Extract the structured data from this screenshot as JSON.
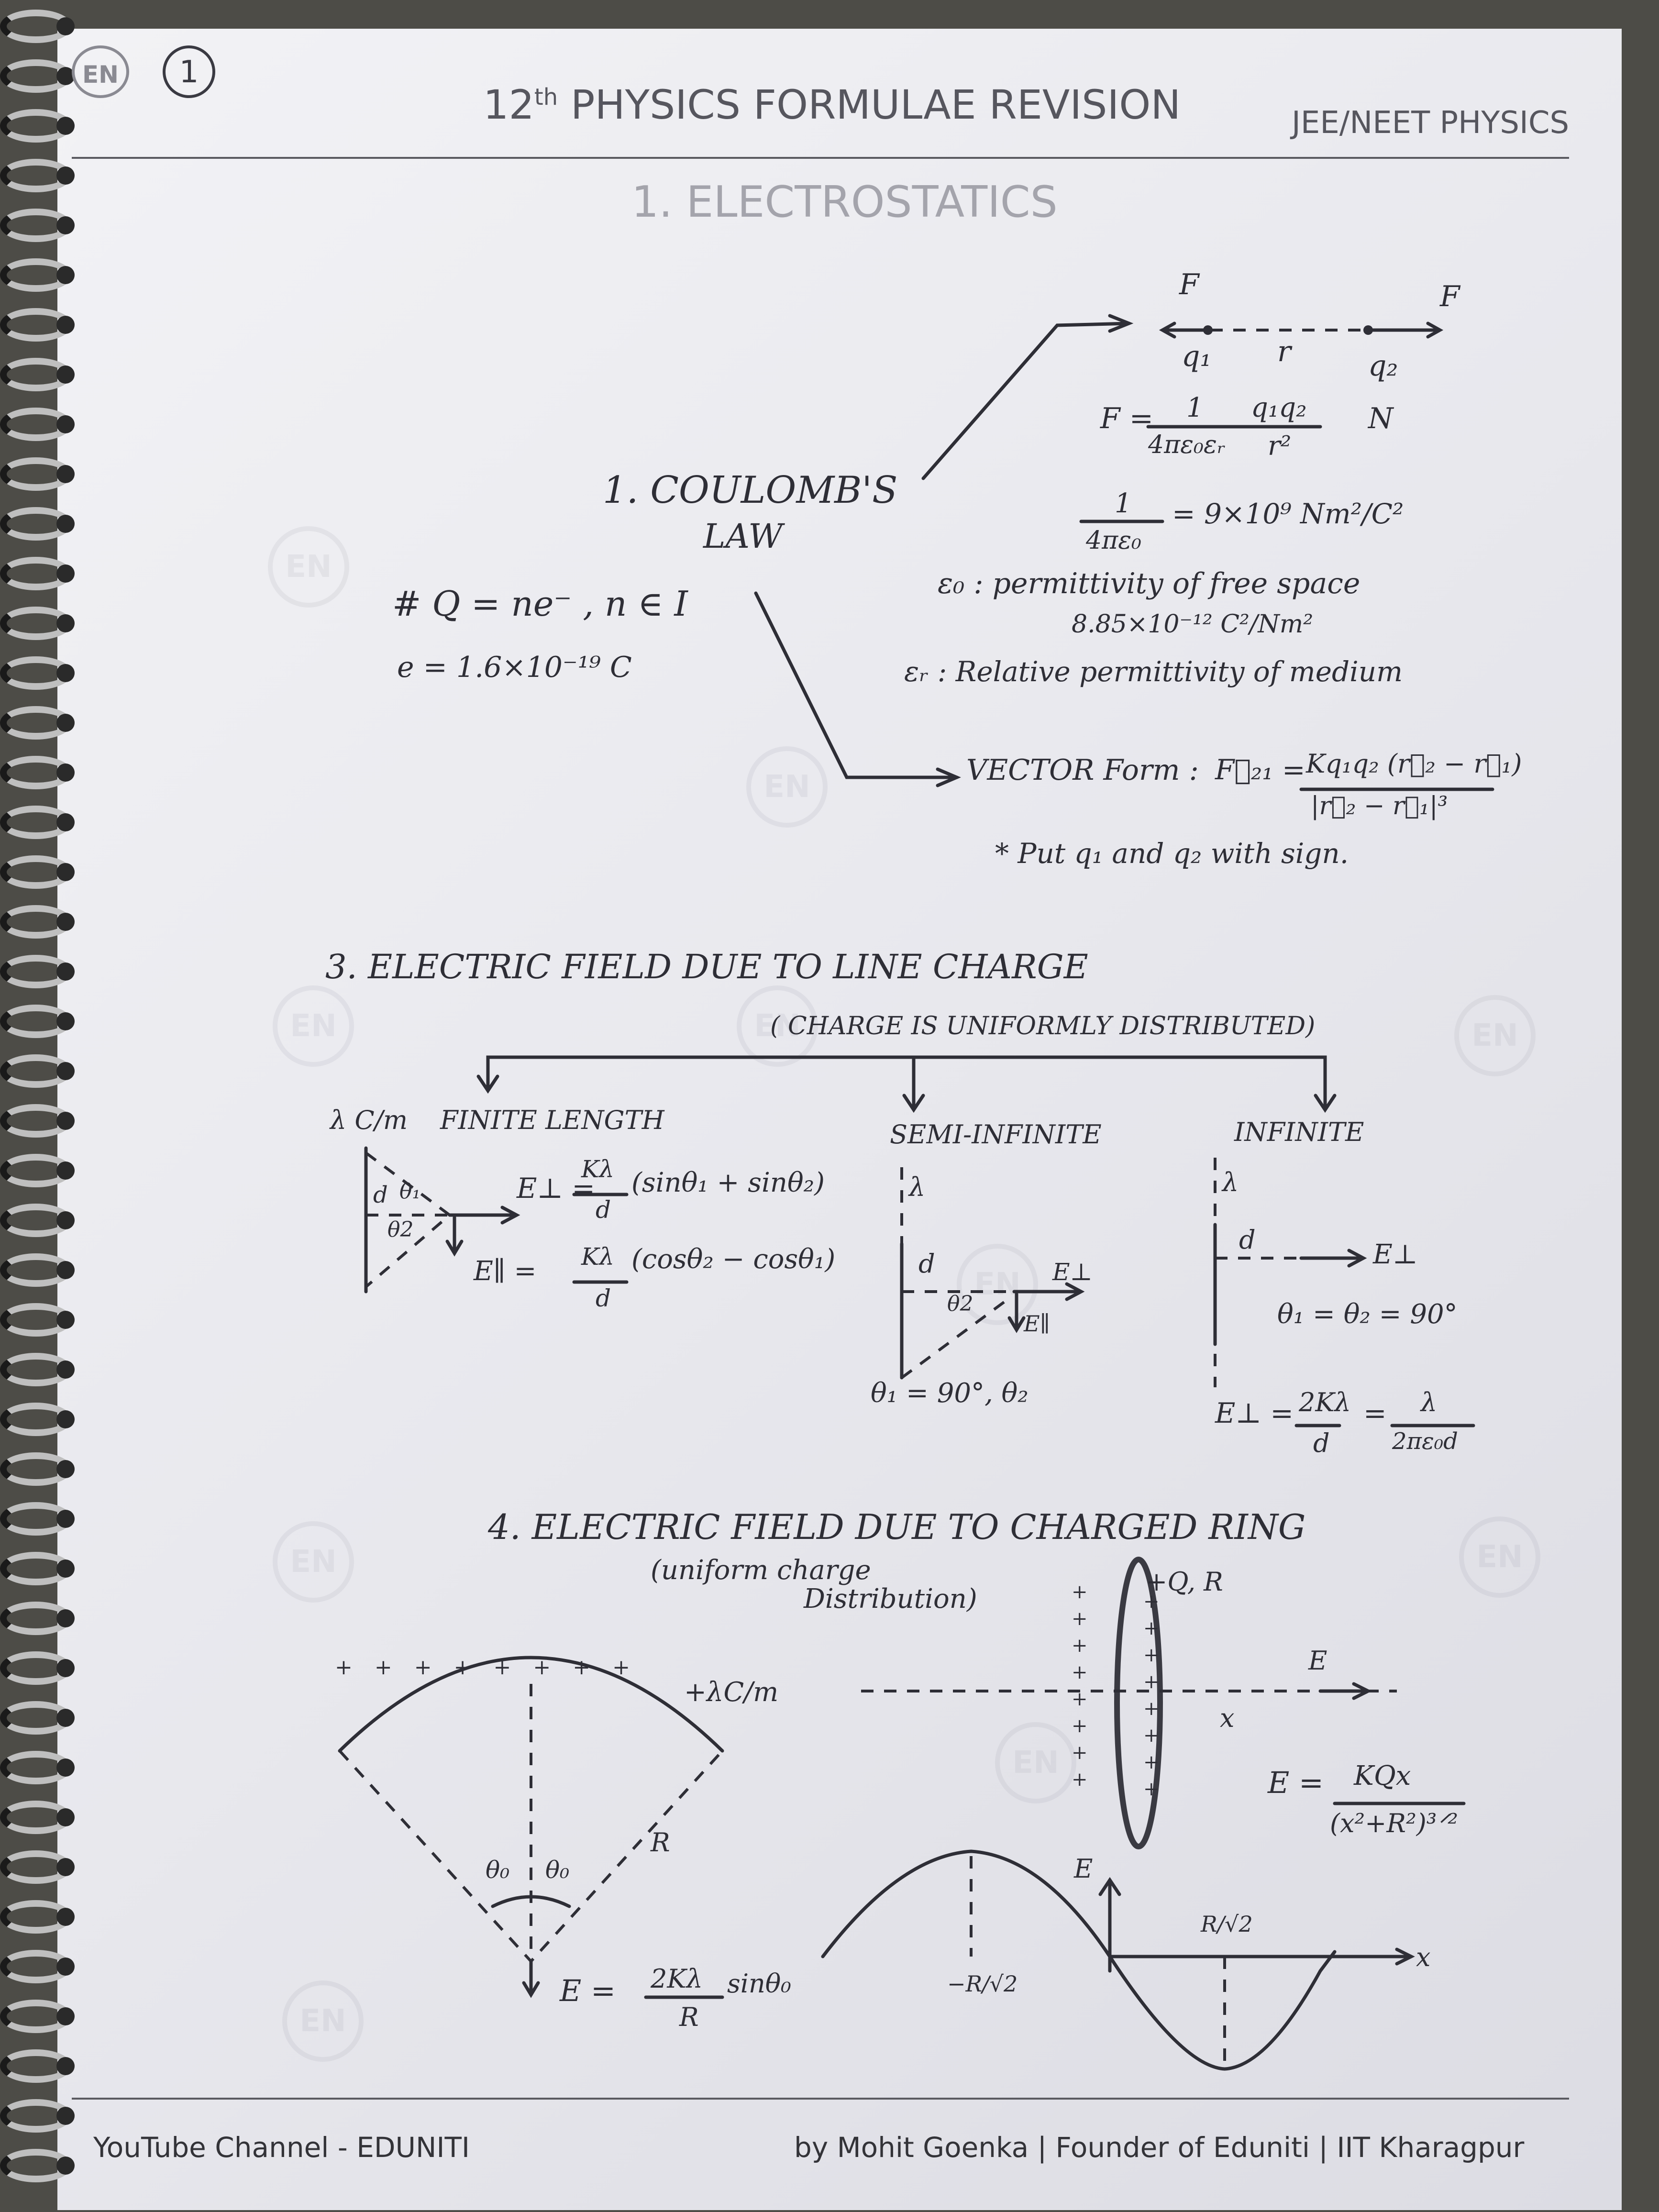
{
  "header": {
    "logo_text": "EN",
    "page_number": "1",
    "title_prefix": "12",
    "title_sup": "th",
    "title": "PHYSICS FORMULAE REVISION",
    "tag": "JEE/NEET PHYSICS",
    "chapter": "1. ELECTROSTATICS"
  },
  "coulomb": {
    "heading_line1": "1. COULOMB'S",
    "heading_line2": "LAW",
    "force_left": "F",
    "force_right": "F",
    "charge1": "q₁",
    "separation": "r",
    "charge2": "q₂",
    "formula_lhs": "F =",
    "formula_frac1_num": "1",
    "formula_frac1_den": "4πε₀εᵣ",
    "formula_frac2_num": "q₁q₂",
    "formula_frac2_den": "r²",
    "formula_unit": "N",
    "constant_num": "1",
    "constant_den": "4πε₀",
    "constant_rhs": "= 9×10⁹ Nm²/C²",
    "eps0_def": "ε₀ : permittivity of free space",
    "eps0_value": "8.85×10⁻¹² C²/Nm²",
    "epsr_def": "εᵣ : Relative permittivity of medium",
    "vector_label": "VECTOR Form :",
    "vector_lhs": "F⃗₂₁ =",
    "vector_num": "Kq₁q₂ (r⃗₂ − r⃗₁)",
    "vector_den": "|r⃗₂ − r⃗₁|³",
    "note": "* Put q₁ and q₂ with sign."
  },
  "quantization": {
    "line1": "# Q = ne⁻ , n ∈ I",
    "line2": "e = 1.6×10⁻¹⁹ C"
  },
  "line_charge": {
    "heading": "3. ELECTRIC FIELD DUE TO LINE CHARGE",
    "subheading": "( CHARGE IS UNIFORMLY DISTRIBUTED)",
    "finite_title": "FINITE LENGTH",
    "lambda": "λ C/m",
    "finite_d": "d",
    "finite_theta1": "θ₁",
    "finite_theta2": "θ2",
    "finite_eperp_lhs": "E⊥ =",
    "finite_eperp_num": "Kλ",
    "finite_eperp_den": "d",
    "finite_eperp_rhs": "(sinθ₁ + sinθ₂)",
    "finite_epar_lhs": "E∥ =",
    "finite_epar_num": "Kλ",
    "finite_epar_den": "d",
    "finite_epar_rhs": "(cosθ₂ − cosθ₁)",
    "semi_title": "SEMI-INFINITE",
    "semi_lambda": "λ",
    "semi_d": "d",
    "semi_theta": "θ2",
    "semi_eperp": "E⊥",
    "semi_epar": "E∥",
    "semi_angles": "θ₁ = 90°, θ₂",
    "inf_title": "INFINITE",
    "inf_lambda": "λ",
    "inf_d": "d",
    "inf_eperp": "E⊥",
    "inf_angles": "θ₁ = θ₂ = 90°",
    "inf_formula_lhs": "E⊥ =",
    "inf_formula_num1": "2Kλ",
    "inf_formula_den1": "d",
    "inf_formula_eq": "=",
    "inf_formula_num2": "λ",
    "inf_formula_den2": "2πε₀d"
  },
  "ring": {
    "heading": "4. ELECTRIC FIELD DUE TO CHARGED RING",
    "sub1": "(uniform charge",
    "sub2": "Distribution)",
    "ring_label": "+Q, R",
    "axis_e": "E",
    "axis_x": "x",
    "formula_lhs": "E =",
    "formula_num": "KQx",
    "formula_den": "(x²+R²)³ᐟ²",
    "graph_e": "E",
    "graph_x": "x",
    "graph_pos": "R/√2",
    "graph_neg": "−R/√2"
  },
  "arc": {
    "lambda": "+λC/m",
    "radius": "R",
    "theta_left": "θ₀",
    "theta_right": "θ₀",
    "formula_lhs": "E =",
    "formula_num": "2Kλ",
    "formula_den": "R",
    "formula_rhs": "sinθ₀"
  },
  "footer": {
    "left": "YouTube Channel - EDUNITI",
    "right": "by Mohit Goenka | Founder of Eduniti | IIT Kharagpur"
  }
}
